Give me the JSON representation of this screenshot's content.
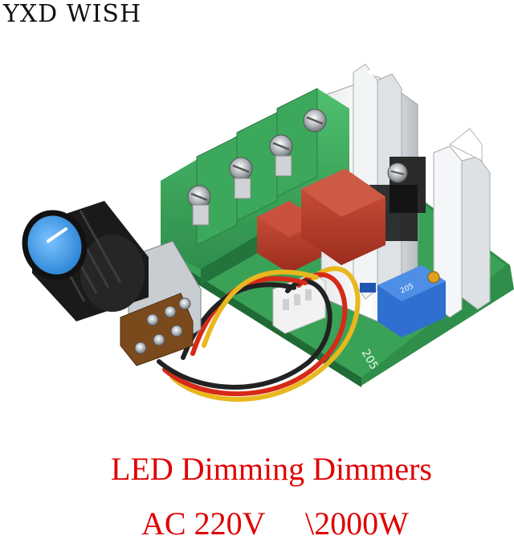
{
  "brand": "YXD WISH",
  "board": {
    "silkscreen_label": "205",
    "trimmer_label": "205"
  },
  "caption": {
    "line1": "LED Dimming Dimmers",
    "line2_voltage": "AC 220V",
    "line2_power": "\\2000W"
  }
}
